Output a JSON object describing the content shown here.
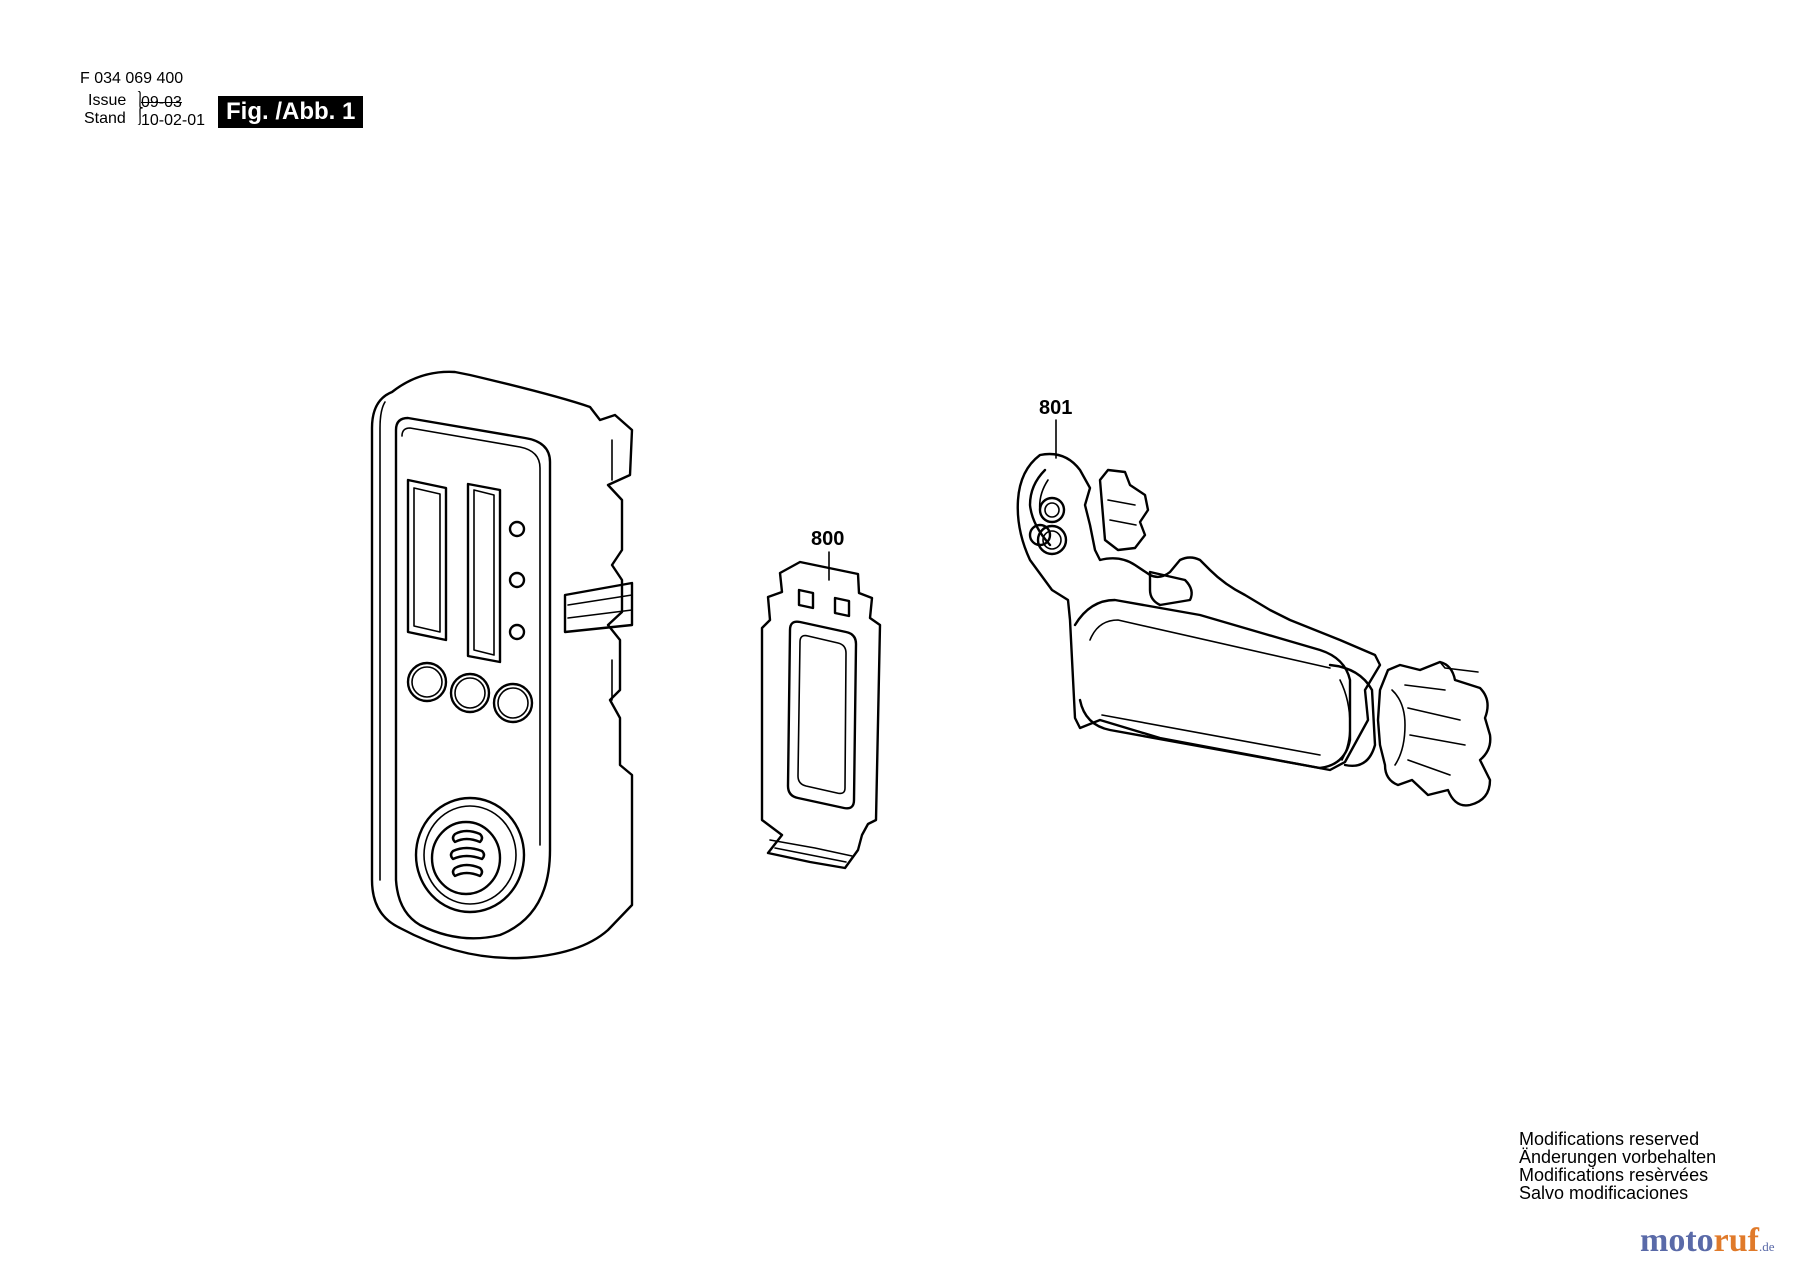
{
  "header": {
    "part_number": "F 034 069 400",
    "issue_label": "Issue",
    "stand_label": "Stand",
    "old_date": "09-03",
    "date": "10-02-01",
    "figure_label": "Fig. /Abb. 1"
  },
  "parts": [
    {
      "number": "800"
    },
    {
      "number": "801"
    }
  ],
  "notes": [
    "Modifications reserved",
    "Änderungen vorbehalten",
    "Modifications resèrvées",
    "Salvo modificaciones"
  ],
  "watermark": {
    "brand_a": "moto",
    "brand_b": "ruf",
    "tld": ".de",
    "color_a": "#5a6aa8",
    "color_b": "#e07a2a"
  }
}
